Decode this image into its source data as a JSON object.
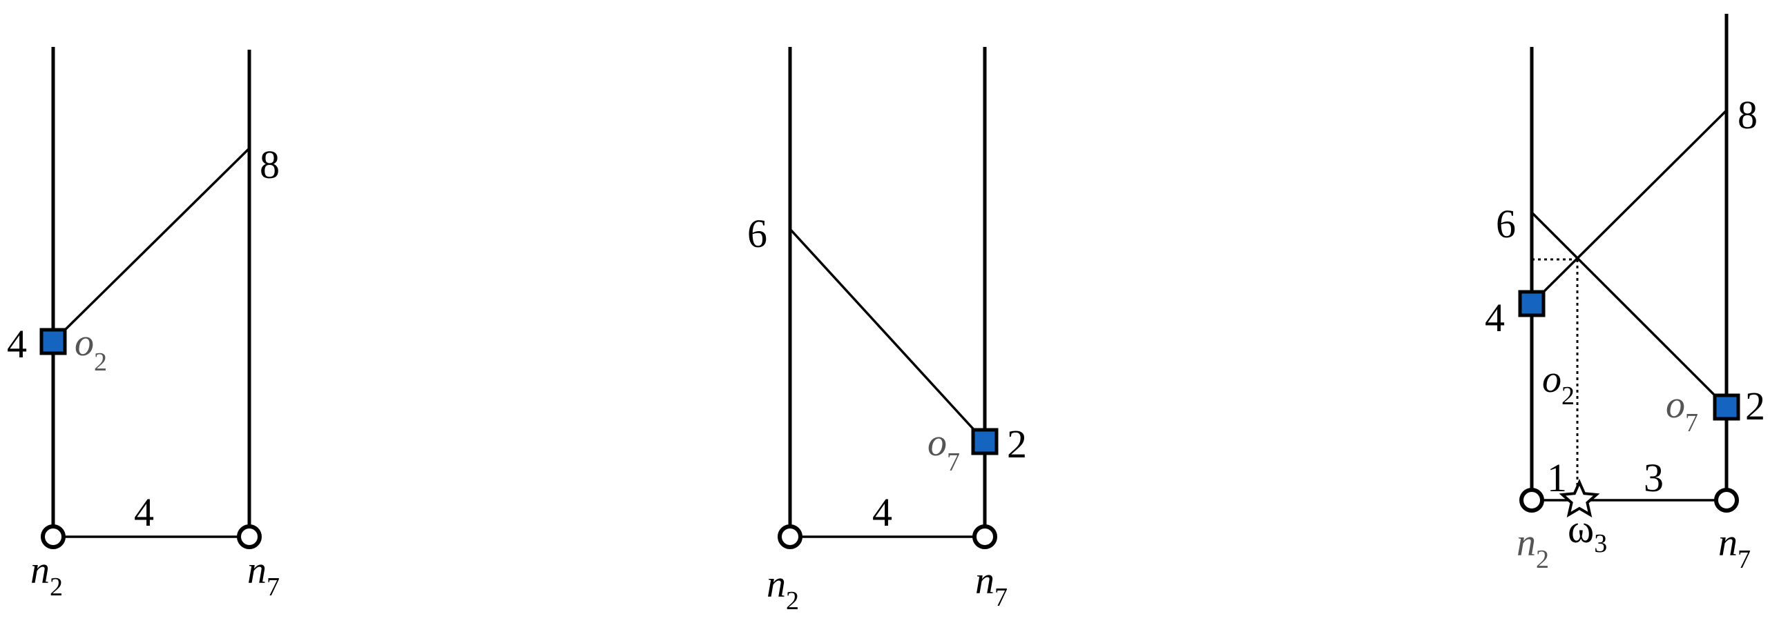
{
  "colors": {
    "marker": "#1565c0",
    "line": "#000000",
    "background": "#ffffff"
  },
  "panels": [
    {
      "left_node": "n",
      "left_node_sub": "2",
      "right_node": "n",
      "right_node_sub": "7",
      "bottom_value": "4",
      "left_value": "4",
      "right_value": "8",
      "marker_var": "o",
      "marker_sub": "2"
    },
    {
      "left_node": "n",
      "left_node_sub": "2",
      "right_node": "n",
      "right_node_sub": "7",
      "bottom_value": "4",
      "left_value": "6",
      "right_value": "2",
      "marker_var": "o",
      "marker_sub": "7"
    },
    {
      "left_node": "n",
      "left_node_sub": "2",
      "right_node": "n",
      "right_node_sub": "7",
      "left_upper_value": "6",
      "left_lower_value": "4",
      "right_upper_value": "8",
      "right_lower_value": "2",
      "left_marker_var": "o",
      "left_marker_sub": "2",
      "right_marker_var": "o",
      "right_marker_sub": "7",
      "split_left_value": "1",
      "split_right_value": "3",
      "star_var": "ω",
      "star_sub": "3"
    }
  ]
}
